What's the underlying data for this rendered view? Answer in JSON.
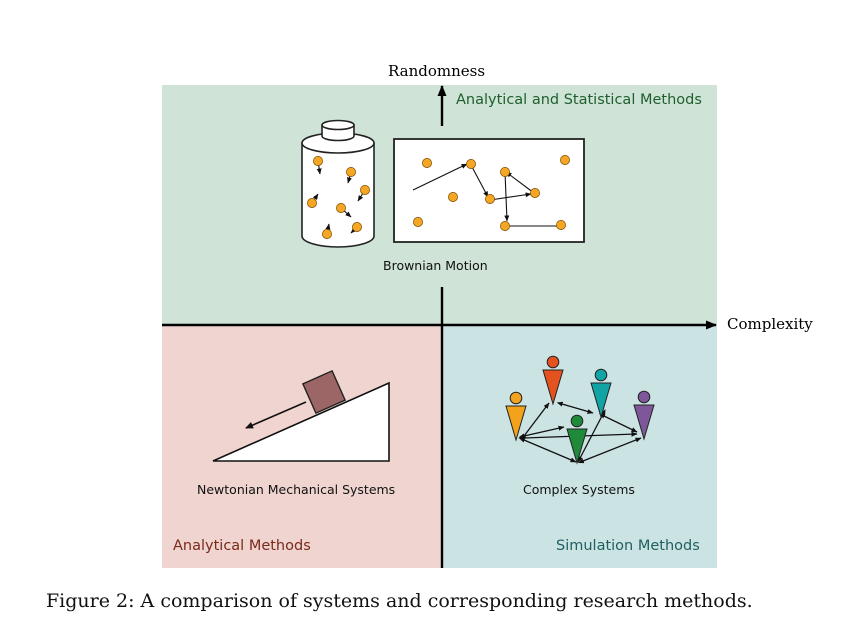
{
  "axes": {
    "y_label": "Randomness",
    "x_label": "Complexity"
  },
  "quadrants": {
    "top": {
      "title": "Analytical and Statistical Methods",
      "color": "#cfe3d6",
      "title_color": "#1f5f2e",
      "scene_label": "Brownian Motion"
    },
    "bottom_left": {
      "title": "Analytical Methods",
      "color": "#efd4d0",
      "title_color": "#7a2a1a",
      "scene_label": "Newtonian Mechanical Systems"
    },
    "bottom_right": {
      "title": "Simulation Methods",
      "color": "#cce3e4",
      "title_color": "#1f5f60",
      "scene_label": "Complex Systems"
    }
  },
  "caption": "Figure 2: A comparison of systems and corresponding research methods.",
  "icons": {
    "particle": "particle-icon",
    "container": "cylinder-container-icon",
    "box": "box-icon",
    "incline": "inclined-plane-icon",
    "agent": "agent-icon"
  },
  "colors": {
    "particle_fill": "#f5a623",
    "block_fill": "#9c6566",
    "agents": [
      "#f2a21b",
      "#e4531f",
      "#12a3a5",
      "#1e8a3a",
      "#7e569a"
    ]
  }
}
